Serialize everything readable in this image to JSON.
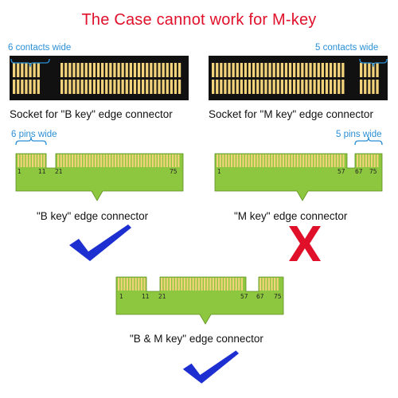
{
  "title": "The Case cannot work for M-key",
  "b_socket": {
    "note": "6 contacts wide",
    "caption": "Socket for \"B key\" edge connector"
  },
  "m_socket": {
    "note": "5 contacts wide",
    "caption": "Socket for \"M key\" edge connector"
  },
  "b_connector": {
    "note": "6 pins wide",
    "pins": [
      "1",
      "11",
      "21",
      "75"
    ],
    "caption": "\"B key\" edge connector",
    "verdict": "check"
  },
  "m_connector": {
    "note": "5 pins wide",
    "pins": [
      "1",
      "57",
      "67",
      "75"
    ],
    "caption": "\"M key\" edge connector",
    "verdict": "cross"
  },
  "bm_connector": {
    "pins": [
      "1",
      "11",
      "21",
      "57",
      "67",
      "75"
    ],
    "caption": "\"B & M key\" edge connector",
    "verdict": "check"
  },
  "colors": {
    "title": "#e0102a",
    "note": "#2a8fd6",
    "socket": "#111111",
    "contact": "#f2d27a",
    "board": "#8dc63f",
    "board_edge": "#5d8f1e",
    "check": "#1d2fd1",
    "cross": "#e0102a"
  }
}
